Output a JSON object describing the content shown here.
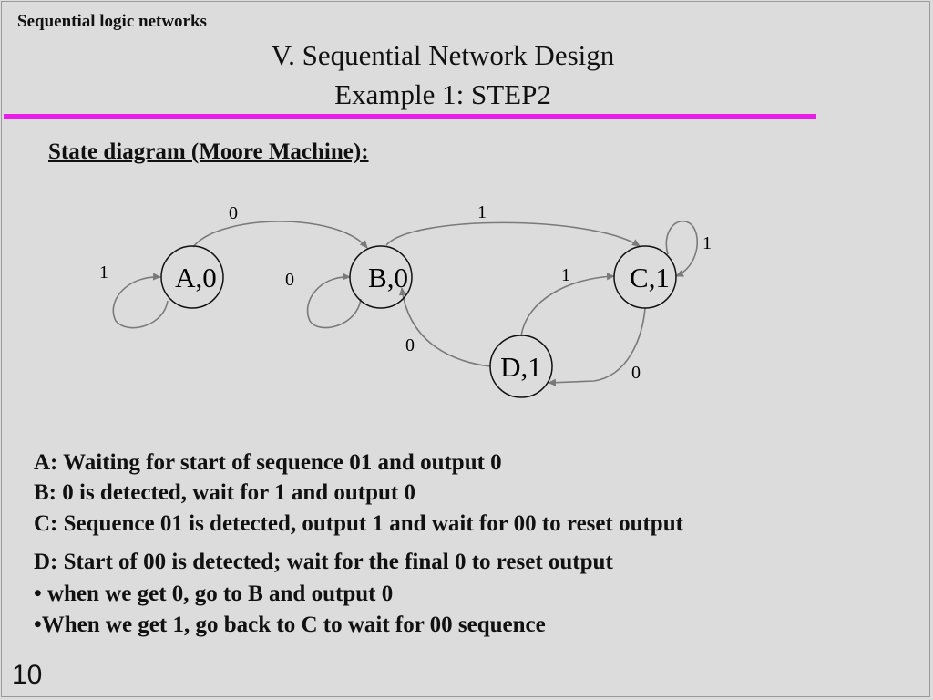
{
  "header": {
    "label": "Sequential logic networks"
  },
  "title": {
    "line1": "V. Sequential Network Design",
    "line2": "Example 1: STEP2"
  },
  "section_heading": "State diagram  (Moore Machine):",
  "diagram": {
    "states": [
      {
        "id": "A",
        "label": "A,0"
      },
      {
        "id": "B",
        "label": "B,0"
      },
      {
        "id": "C",
        "label": "C,1"
      },
      {
        "id": "D",
        "label": "D,1"
      }
    ],
    "transitions": [
      {
        "from": "A",
        "to": "A",
        "input": "1"
      },
      {
        "from": "A",
        "to": "B",
        "input": "0"
      },
      {
        "from": "B",
        "to": "B",
        "input": "0"
      },
      {
        "from": "B",
        "to": "C",
        "input": "1"
      },
      {
        "from": "C",
        "to": "C",
        "input": "1"
      },
      {
        "from": "C",
        "to": "D",
        "input": "0"
      },
      {
        "from": "D",
        "to": "C",
        "input": "1"
      },
      {
        "from": "D",
        "to": "B",
        "input": "0"
      }
    ]
  },
  "descriptions": [
    "A: Waiting for start of sequence 01 and output 0",
    "B: 0 is detected, wait for 1 and output 0",
    "C: Sequence 01 is detected, output 1 and wait for 00 to reset output",
    "D: Start of 00 is detected; wait for the final 0 to reset output",
    "• when we get 0,  go to B and output 0",
    "•When we get 1, go back to C to wait for 00 sequence"
  ],
  "page_number": "10",
  "colors": {
    "accent_rule": "#e81ee8",
    "background": "#dcdcdc",
    "edge": "#7a7a7a"
  }
}
